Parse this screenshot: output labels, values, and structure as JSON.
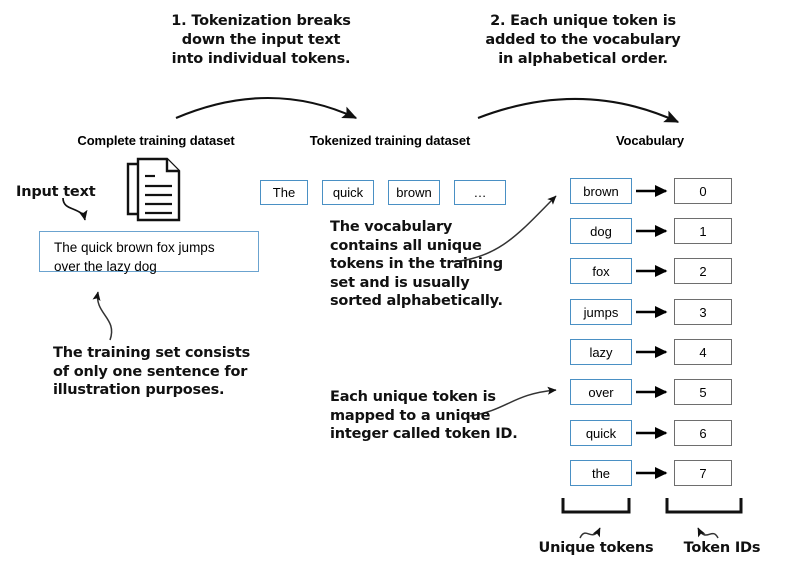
{
  "steps": [
    {
      "id": "step-1",
      "text": "1. Tokenization breaks\ndown the input text\ninto individual tokens."
    },
    {
      "id": "step-2",
      "text": "2. Each unique token is\nadded to the vocabulary\nin alphabetical order."
    }
  ],
  "columns": {
    "dataset_title": "Complete training dataset",
    "tokenized_title": "Tokenized training dataset",
    "vocabulary_title": "Vocabulary"
  },
  "input": {
    "label": "Input text",
    "sentence_line1": "The quick brown fox jumps",
    "sentence_line2": "over the lazy dog"
  },
  "tokens": [
    "The",
    "quick",
    "brown",
    "…"
  ],
  "vocabulary": [
    {
      "token": "brown",
      "id": "0"
    },
    {
      "token": "dog",
      "id": "1"
    },
    {
      "token": "fox",
      "id": "2"
    },
    {
      "token": "jumps",
      "id": "3"
    },
    {
      "token": "lazy",
      "id": "4"
    },
    {
      "token": "over",
      "id": "5"
    },
    {
      "token": "quick",
      "id": "6"
    },
    {
      "token": "the",
      "id": "7"
    }
  ],
  "notes": {
    "vocabulary_note": "The vocabulary\ncontains all unique\ntokens in the training\nset and is usually\nsorted alphabetically.",
    "token_id_note": "Each unique token is\nmapped to a unique\ninteger called token ID.",
    "training_set_note": "The training set consists\nof only one sentence for\nillustration purposes."
  },
  "bottom_labels": {
    "unique_tokens": "Unique tokens",
    "token_ids": "Token IDs"
  },
  "colors": {
    "token_border": "#4a90c4",
    "id_border": "#6e6e6e",
    "text": "#111111",
    "background": "#ffffff"
  }
}
